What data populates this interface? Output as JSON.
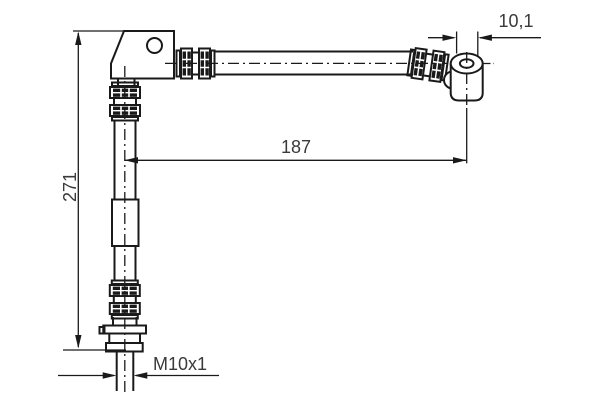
{
  "drawing": {
    "kind": "technical-drawing",
    "subject": "brake-hose-assembly",
    "dimensions": {
      "vertical_length": "271",
      "horizontal_length": "187",
      "banjo_offset": "10,1",
      "thread_spec": "M10x1"
    },
    "colors": {
      "line": "#1a1a1a",
      "text": "#3a3a3a",
      "background": "#ffffff"
    }
  }
}
